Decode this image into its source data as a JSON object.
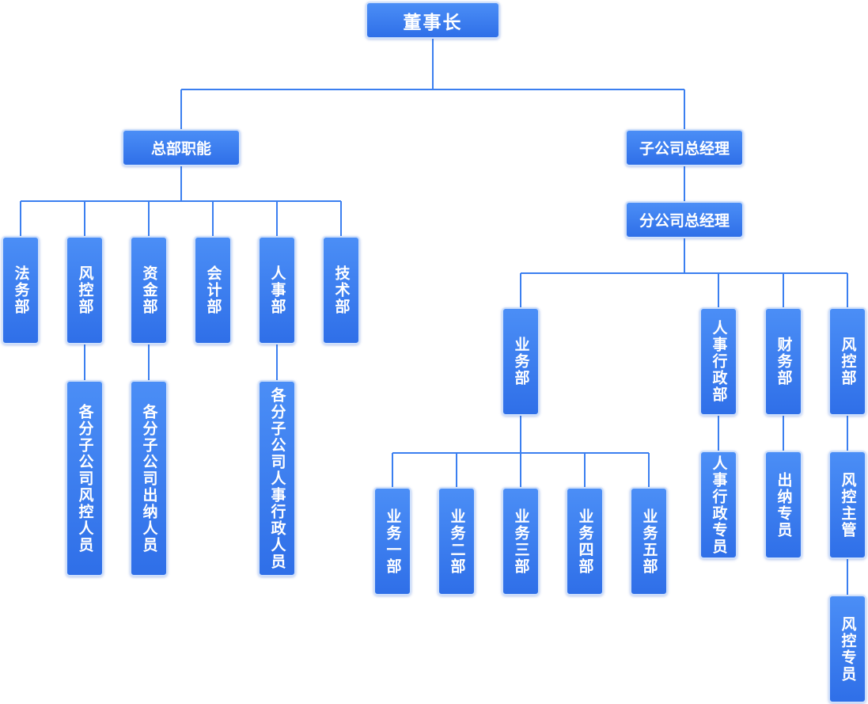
{
  "colors": {
    "node_fill": "#3b7ff0",
    "node_border": "#cfe0fb",
    "connector": "#3b7ff0"
  },
  "nodes": {
    "chairman": "董事长",
    "hq_functions": "总部职能",
    "sub_gm": "子公司总经理",
    "branch_gm": "分公司总经理",
    "legal": "法务部",
    "risk_hq": "风控部",
    "treasury": "资金部",
    "accounting": "会计部",
    "hr_hq": "人事部",
    "tech": "技术部",
    "risk_staff_all": "各分子公司风控人员",
    "cashier_all": "各分子公司出纳人员",
    "hr_admin_all": "各分子公司人事行政人员",
    "business": "业务部",
    "hr_admin": "人事行政部",
    "finance": "财务部",
    "risk_branch": "风控部",
    "biz1": "业务一部",
    "biz2": "业务二部",
    "biz3": "业务三部",
    "biz4": "业务四部",
    "biz5": "业务五部",
    "hr_admin_specialist": "人事行政专员",
    "cashier_specialist": "出纳专员",
    "risk_supervisor": "风控主管",
    "risk_specialist": "风控专员"
  }
}
